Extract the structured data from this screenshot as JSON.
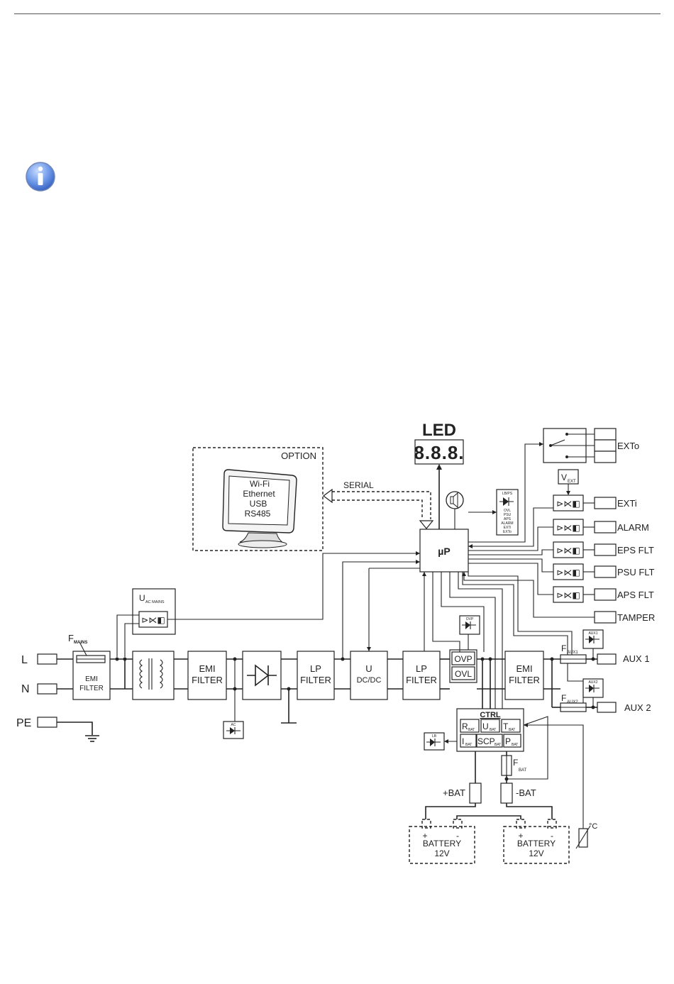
{
  "header": {
    "rule": true
  },
  "info_icon": {
    "name": "info-icon",
    "color": "#3b6fd0"
  },
  "diagram": {
    "led_title": "LED",
    "led_digits": "8.8.8.",
    "option": {
      "title": "OPTION",
      "monitor": [
        "Wi-Fi",
        "Ethernet",
        "USB",
        "RS485"
      ]
    },
    "serial": "SERIAL",
    "up": "µP",
    "uac_mains": {
      "main": "U",
      "sub": "AC MAINS"
    },
    "f_mains": {
      "main": "F",
      "sub": "MAINS"
    },
    "emi_filter_small": [
      "EMI",
      "FILTER"
    ],
    "emi_filter": [
      "EMI",
      "FILTER"
    ],
    "lp_filter": [
      "LP",
      "FILTER"
    ],
    "udcdc": [
      "U",
      "DC/DC"
    ],
    "ovp": "OVP",
    "ovl": "OVL",
    "ctrl": "CTRL",
    "ctrl_cells": [
      {
        "main": "R",
        "sub": "BAT"
      },
      {
        "main": "U",
        "sub": "BAT"
      },
      {
        "main": "T",
        "sub": "BAT"
      },
      {
        "main": "I",
        "sub": "BAT"
      },
      {
        "main": "SCP",
        "sub": "BAT"
      },
      {
        "main": "P",
        "sub": "BAT"
      }
    ],
    "f_bat": {
      "main": "F",
      "sub": "BAT"
    },
    "f_aux1": {
      "main": "F",
      "sub": "AUX1"
    },
    "f_aux2": {
      "main": "F",
      "sub": "AUX2"
    },
    "inputs": {
      "l": "L",
      "n": "N",
      "pe": "PE"
    },
    "outputs": {
      "exto": "EXTo",
      "vext": {
        "main": "V",
        "sub": "EXT"
      },
      "exti": "EXTi",
      "alarm": "ALARM",
      "eps_flt": "EPS FLT",
      "psu_flt": "PSU FLT",
      "aps_flt": "APS FLT",
      "tamper": "TAMPER",
      "aux1": "AUX 1",
      "aux2": "AUX 2"
    },
    "pbat": "+BAT",
    "nbat": "-BAT",
    "battery": [
      "BATTERY",
      "12V"
    ],
    "temp": "°C",
    "led_list": [
      "LB/PS",
      "OVL",
      "PSU",
      "APS",
      "ALARM",
      "EXTi",
      "EXTo"
    ],
    "small_leds": {
      "ac": "AC",
      "ovp": "OVP",
      "aux1": "AUX1",
      "aux2": "AUX2",
      "lb": "LB"
    }
  }
}
